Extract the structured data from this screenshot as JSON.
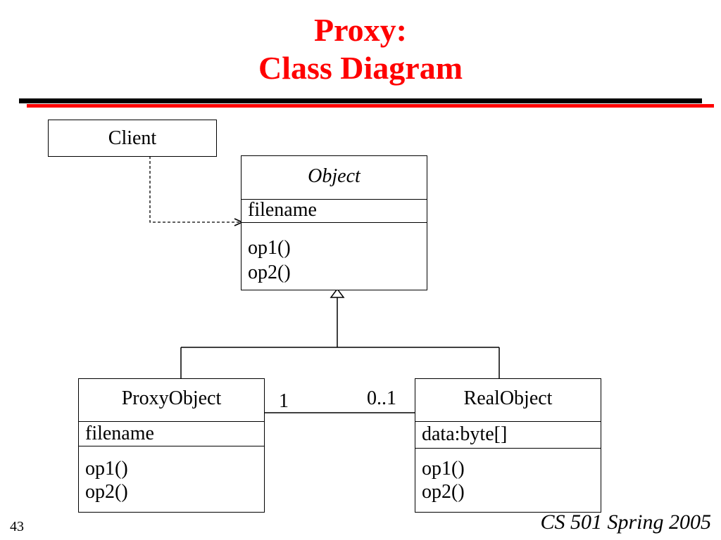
{
  "slide": {
    "title_line1": "Proxy:",
    "title_line2": "Class Diagram",
    "page_number": "43",
    "footer": "CS 501 Spring 2005",
    "title_color": "#ff0000"
  },
  "classes": {
    "client": {
      "name": "Client"
    },
    "object": {
      "name": "Object",
      "attributes": [
        "filename"
      ],
      "operations": [
        "op1()",
        "op2()"
      ]
    },
    "proxy": {
      "name": "ProxyObject",
      "attributes": [
        "filename"
      ],
      "operations": [
        "op1()",
        "op2()"
      ]
    },
    "real": {
      "name": "RealObject",
      "attributes": [
        "data:byte[]"
      ],
      "operations": [
        "op1()",
        "op2()"
      ]
    }
  },
  "association": {
    "left_multiplicity": "1",
    "right_multiplicity": "0..1"
  }
}
